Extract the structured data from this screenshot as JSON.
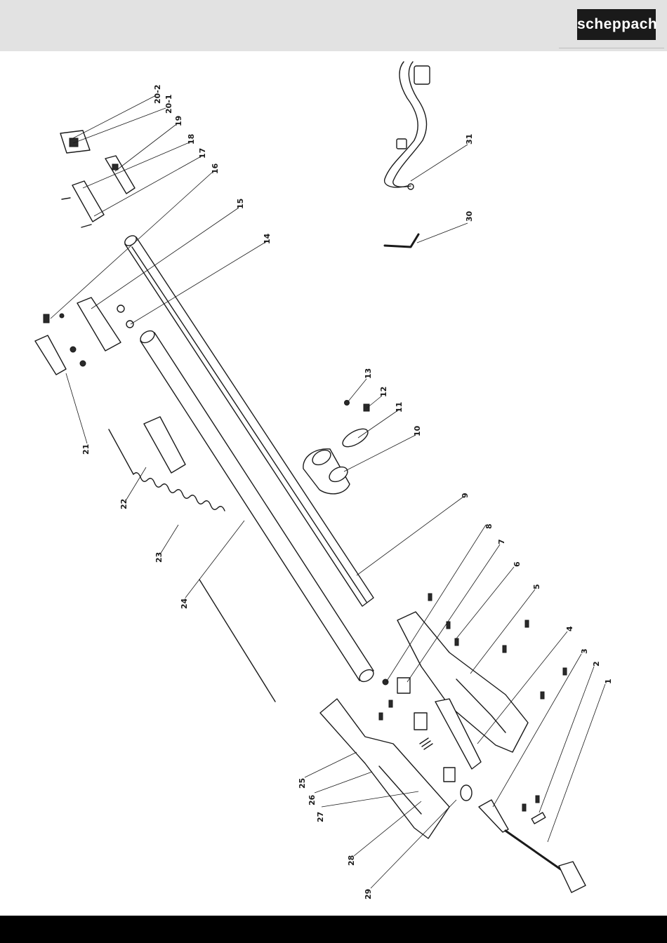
{
  "brand": {
    "logo_text": "scheppach"
  },
  "parts": [
    {
      "id": "1",
      "label": "1"
    },
    {
      "id": "2",
      "label": "2"
    },
    {
      "id": "3",
      "label": "3"
    },
    {
      "id": "4",
      "label": "4"
    },
    {
      "id": "5",
      "label": "5"
    },
    {
      "id": "6",
      "label": "6"
    },
    {
      "id": "7",
      "label": "7"
    },
    {
      "id": "8",
      "label": "8"
    },
    {
      "id": "9",
      "label": "9"
    },
    {
      "id": "10",
      "label": "10"
    },
    {
      "id": "11",
      "label": "11"
    },
    {
      "id": "12",
      "label": "12"
    },
    {
      "id": "13",
      "label": "13"
    },
    {
      "id": "14",
      "label": "14"
    },
    {
      "id": "15",
      "label": "15"
    },
    {
      "id": "16",
      "label": "16"
    },
    {
      "id": "17",
      "label": "17"
    },
    {
      "id": "18",
      "label": "18"
    },
    {
      "id": "19",
      "label": "19"
    },
    {
      "id": "20-1",
      "label": "20-1"
    },
    {
      "id": "20-2",
      "label": "20-2"
    },
    {
      "id": "21",
      "label": "21"
    },
    {
      "id": "22",
      "label": "22"
    },
    {
      "id": "23",
      "label": "23"
    },
    {
      "id": "24",
      "label": "24"
    },
    {
      "id": "25",
      "label": "25"
    },
    {
      "id": "26",
      "label": "26"
    },
    {
      "id": "27",
      "label": "27"
    },
    {
      "id": "28",
      "label": "28"
    },
    {
      "id": "29",
      "label": "29"
    },
    {
      "id": "30",
      "label": "30"
    },
    {
      "id": "31",
      "label": "31"
    }
  ]
}
